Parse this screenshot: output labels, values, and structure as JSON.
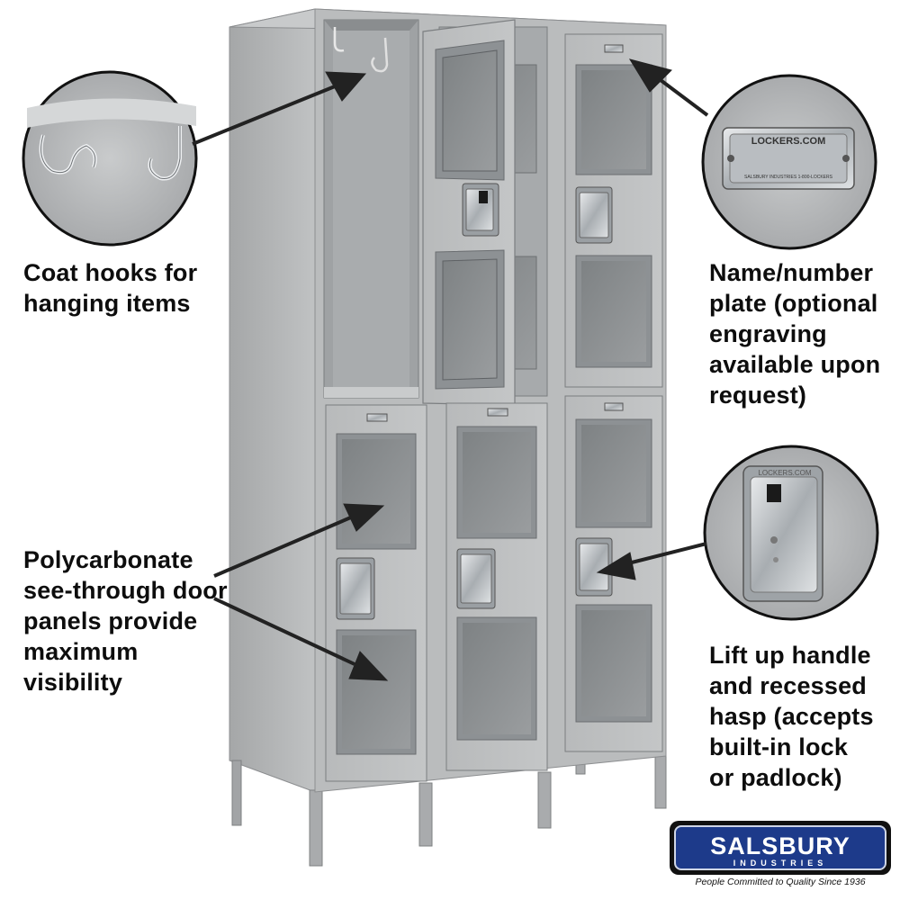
{
  "captions": {
    "coat_hooks": [
      "Coat hooks for",
      "hanging items"
    ],
    "name_plate": [
      "Name/number",
      "plate (optional",
      "engraving",
      "available upon",
      "request)"
    ],
    "door_panels": [
      "Polycarbonate",
      "see-through door",
      "panels provide",
      "maximum",
      "visibility"
    ],
    "handle": [
      "Lift up handle",
      "and recessed",
      "hasp (accepts",
      "built-in lock",
      "or padlock)"
    ]
  },
  "plate_text": {
    "main": "LOCKERS.COM",
    "sub": "SALSBURY INDUSTRIES 1-800-LOCKERS"
  },
  "handle_plate_text": "LOCKERS.COM",
  "logo": {
    "name": "SALSBURY",
    "sub": "INDUSTRIES",
    "tagline": "People Committed to Quality Since 1936"
  },
  "colors": {
    "locker": "#b3b5b6",
    "locker_dark": "#8e9092",
    "arrow": "#222222",
    "logo_blue": "#1d3a8a"
  },
  "icons": [
    "coat-hook-icon",
    "arrow-icon",
    "handle-icon",
    "name-plate-icon"
  ]
}
